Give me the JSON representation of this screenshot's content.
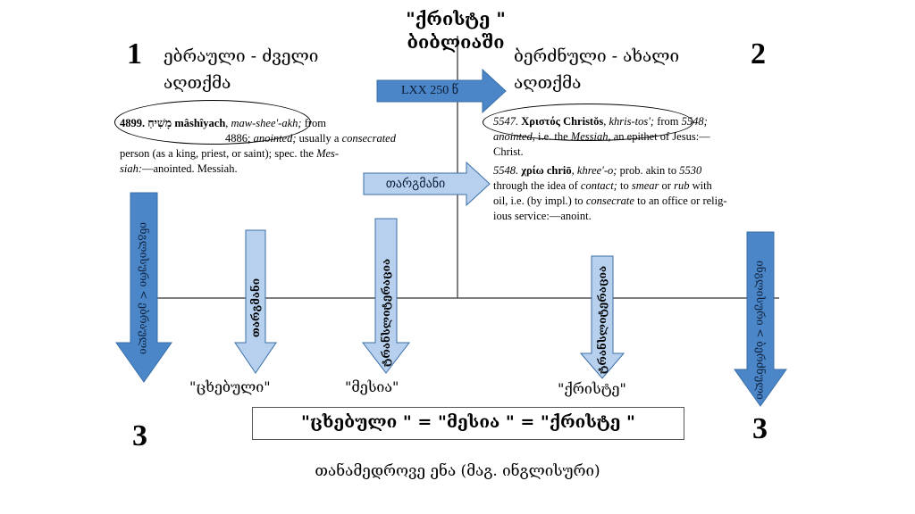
{
  "title": {
    "line1": "\"ქრისტე \"",
    "line2": "ბიბლიაში"
  },
  "numbers": {
    "top_left": "1",
    "top_right": "2",
    "bottom_left": "3",
    "bottom_right": "3"
  },
  "left_heading": {
    "line1": "ებრაული - ძველი",
    "line2": "აღთქმა"
  },
  "right_heading": {
    "line1": "ბერძნული - ახალი",
    "line2": "აღთქმა"
  },
  "hebrew_entry": {
    "number": "4899.",
    "hebrew": "מָשִׁיחַ",
    "headword": "mâshîyach",
    "pron": "maw-shee'-akh;",
    "from": "from",
    "line2_num": "4886;",
    "line2_italic": "anointed;",
    "line2_rest": "usually a",
    "line2_italic2": "consecrated",
    "line3": "person (as a king, priest, or saint); spec. the",
    "line3_italic": "Mes-",
    "line4_italic": "siah:",
    "line4_rest": "—anointed. Messiah."
  },
  "greek_entry": {
    "number": "5547.",
    "greek": "Χριστός",
    "headword": "Christŏs",
    "pron": "khris-tos';",
    "from": "from",
    "ref": "5548;",
    "line2_italic": "anointed,",
    "line2_rest": "i.e. the",
    "line2_italic2": "Messiah,",
    "line2_rest2": "an epithet of Jesus:—",
    "line3": "Christ."
  },
  "greek_entry2": {
    "number": "5548.",
    "greek": "χρίω",
    "headword": "chriō",
    "pron": "khree'-o;",
    "rest1": "prob. akin to",
    "ref": "5530",
    "line2": "through the idea of",
    "line2_italic": "contact;",
    "line2_rest": "to",
    "line2_italic2": "smear",
    "line2_rest2": "or",
    "line2_italic3": "rub",
    "line2_rest3": "with",
    "line3": "oil, i.e. (by impl.) to",
    "line3_italic": "consecrate",
    "line3_rest": "to an office or relig-",
    "line4": "ious service:—anoint."
  },
  "arrows": {
    "lxx": "LXX 250 წ",
    "translation_h": "თარგმანი",
    "v1": "ინგლისური < ებრაული",
    "v2": "თარგმანი",
    "v3": "ტრანსლიტერაცია",
    "v4": "ტრანსლიტერაცია",
    "v5": "ინგლისური < ბერძნული"
  },
  "results": {
    "r1": "\"ცხებული\"",
    "r2": "\"მესია\"",
    "r3": "\"ქრისტე\""
  },
  "equation": "\"ცხებული \" = \"მესია \" = \"ქრისტე \"",
  "footer": "თანამედროვე ენა (მაგ. ინგლისური)",
  "colors": {
    "arrow_dark": "#4a86c8",
    "arrow_light": "#b6d0ee",
    "arrow_border": "#3a6fa8"
  }
}
